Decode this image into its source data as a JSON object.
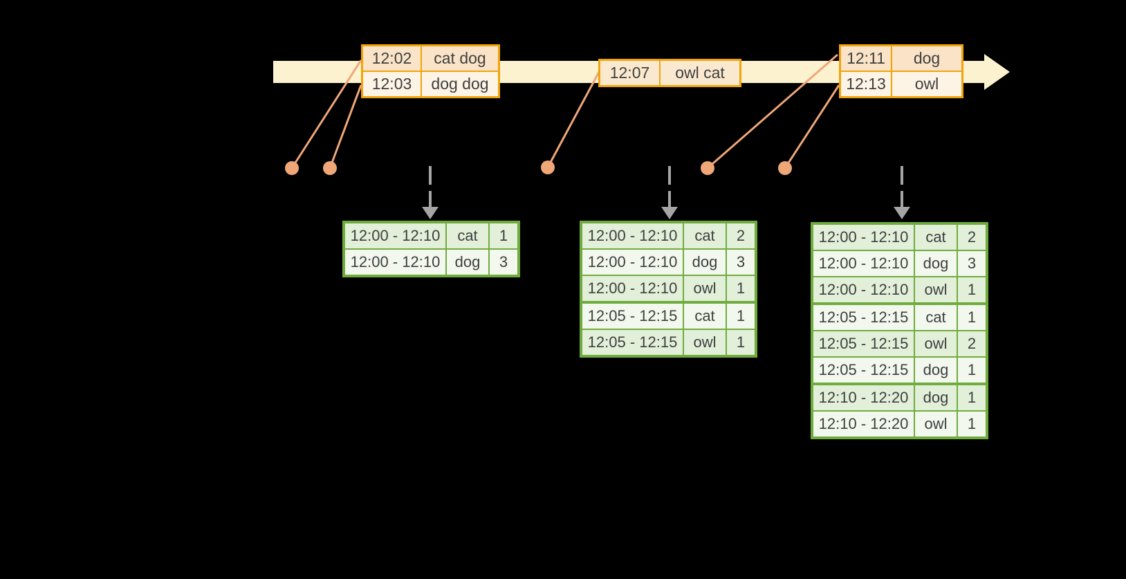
{
  "timeline": {
    "event_tables": [
      {
        "rows": [
          {
            "time": "12:02",
            "words": "cat dog"
          },
          {
            "time": "12:03",
            "words": "dog dog"
          }
        ]
      },
      {
        "rows": [
          {
            "time": "12:07",
            "words": "owl cat"
          }
        ]
      },
      {
        "rows": [
          {
            "time": "12:11",
            "words": "dog"
          },
          {
            "time": "12:13",
            "words": "owl"
          }
        ]
      }
    ]
  },
  "result_tables": [
    {
      "rows": [
        {
          "window": "12:00 - 12:10",
          "word": "cat",
          "count": "1"
        },
        {
          "window": "12:00 - 12:10",
          "word": "dog",
          "count": "3"
        }
      ]
    },
    {
      "rows": [
        {
          "window": "12:00 - 12:10",
          "word": "cat",
          "count": "2"
        },
        {
          "window": "12:00 - 12:10",
          "word": "dog",
          "count": "3"
        },
        {
          "window": "12:00 - 12:10",
          "word": "owl",
          "count": "1"
        },
        {
          "window": "12:05 - 12:15",
          "word": "cat",
          "count": "1"
        },
        {
          "window": "12:05 - 12:15",
          "word": "owl",
          "count": "1"
        }
      ]
    },
    {
      "rows": [
        {
          "window": "12:00 - 12:10",
          "word": "cat",
          "count": "2"
        },
        {
          "window": "12:00 - 12:10",
          "word": "dog",
          "count": "3"
        },
        {
          "window": "12:00 - 12:10",
          "word": "owl",
          "count": "1"
        },
        {
          "window": "12:05 - 12:15",
          "word": "cat",
          "count": "1"
        },
        {
          "window": "12:05 - 12:15",
          "word": "owl",
          "count": "2"
        },
        {
          "window": "12:05 - 12:15",
          "word": "dog",
          "count": "1"
        },
        {
          "window": "12:10 - 12:20",
          "word": "dog",
          "count": "1"
        },
        {
          "window": "12:10 - 12:20",
          "word": "owl",
          "count": "1"
        }
      ]
    }
  ],
  "icons": {
    "timeline_arrowhead": "right-arrow",
    "trigger_arrows": "down-dashed-arrow",
    "event_markers": "dot-with-leader-line"
  },
  "colors": {
    "background": "#000000",
    "timeline_band": "#fcf2cf",
    "event_border": "#f0a40a",
    "event_row_dark": "#fae3c6",
    "event_row_light": "#fdf4e6",
    "connector_salmon": "#f0a778",
    "arrow_gray": "#a5a5a5",
    "result_border": "#6fac3d",
    "result_row_green": "#e2efd9",
    "result_row_white": "#f2f8ed",
    "text": "#3f3f3f"
  }
}
